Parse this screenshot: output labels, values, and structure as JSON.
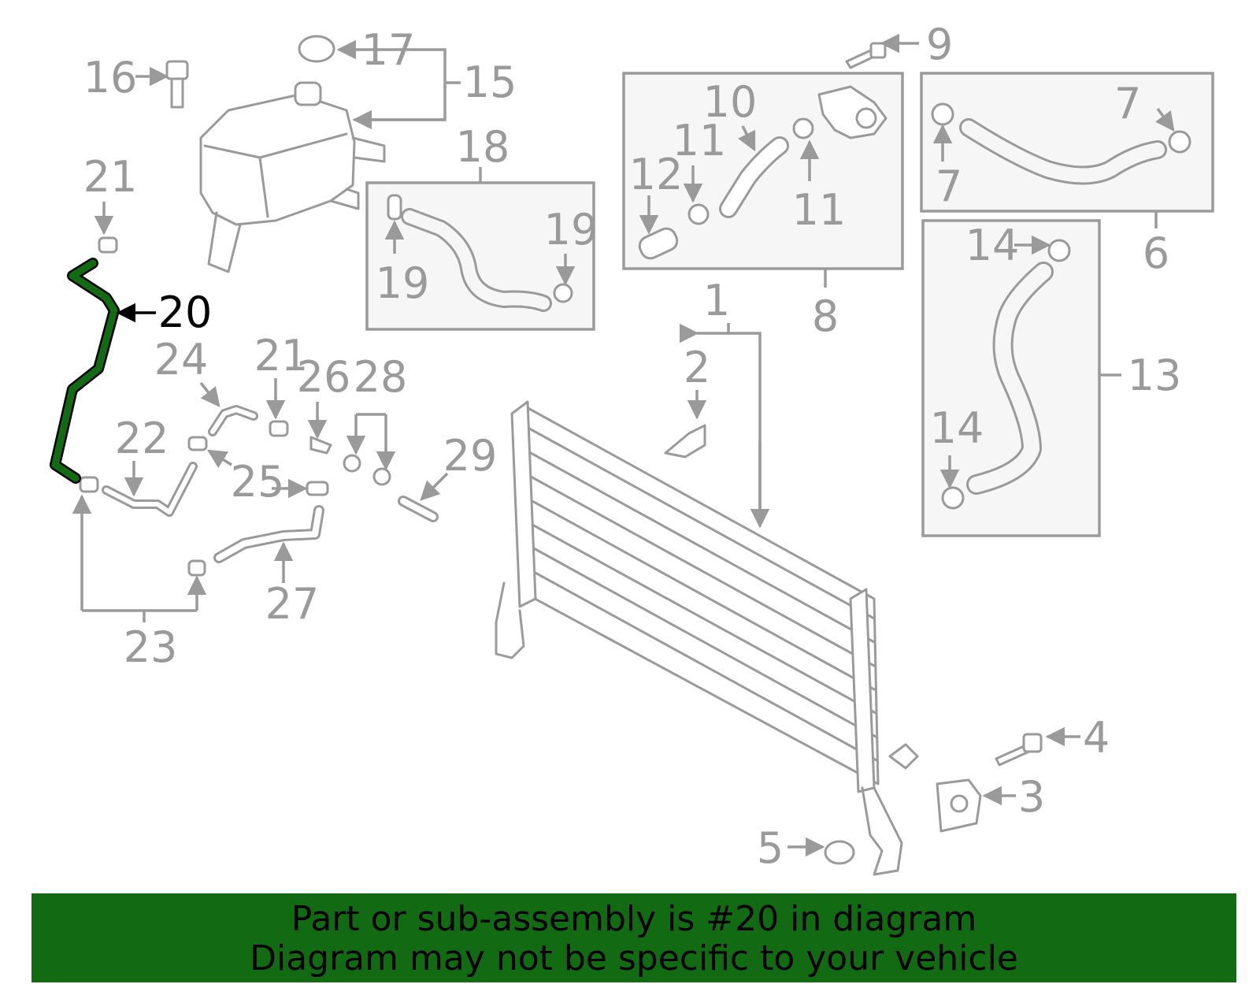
{
  "diagram": {
    "highlight_color": "#126a12",
    "callout_color": "#9a9a9a",
    "highlighted_part": "20",
    "callouts": {
      "c1": "1",
      "c2": "2",
      "c3": "3",
      "c4": "4",
      "c5": "5",
      "c6": "6",
      "c7a": "7",
      "c7b": "7",
      "c8": "8",
      "c9": "9",
      "c10": "10",
      "c11a": "11",
      "c11b": "11",
      "c12": "12",
      "c13": "13",
      "c14a": "14",
      "c14b": "14",
      "c15": "15",
      "c16": "16",
      "c17": "17",
      "c18": "18",
      "c19a": "19",
      "c19b": "19",
      "c20": "20",
      "c21a": "21",
      "c21b": "21",
      "c22": "22",
      "c23": "23",
      "c24": "24",
      "c25": "25",
      "c26": "26",
      "c27": "27",
      "c28": "28",
      "c29": "29"
    }
  },
  "footer": {
    "line1": "Part or sub-assembly is #20 in diagram",
    "line2": "Diagram may not be specific to your vehicle"
  }
}
